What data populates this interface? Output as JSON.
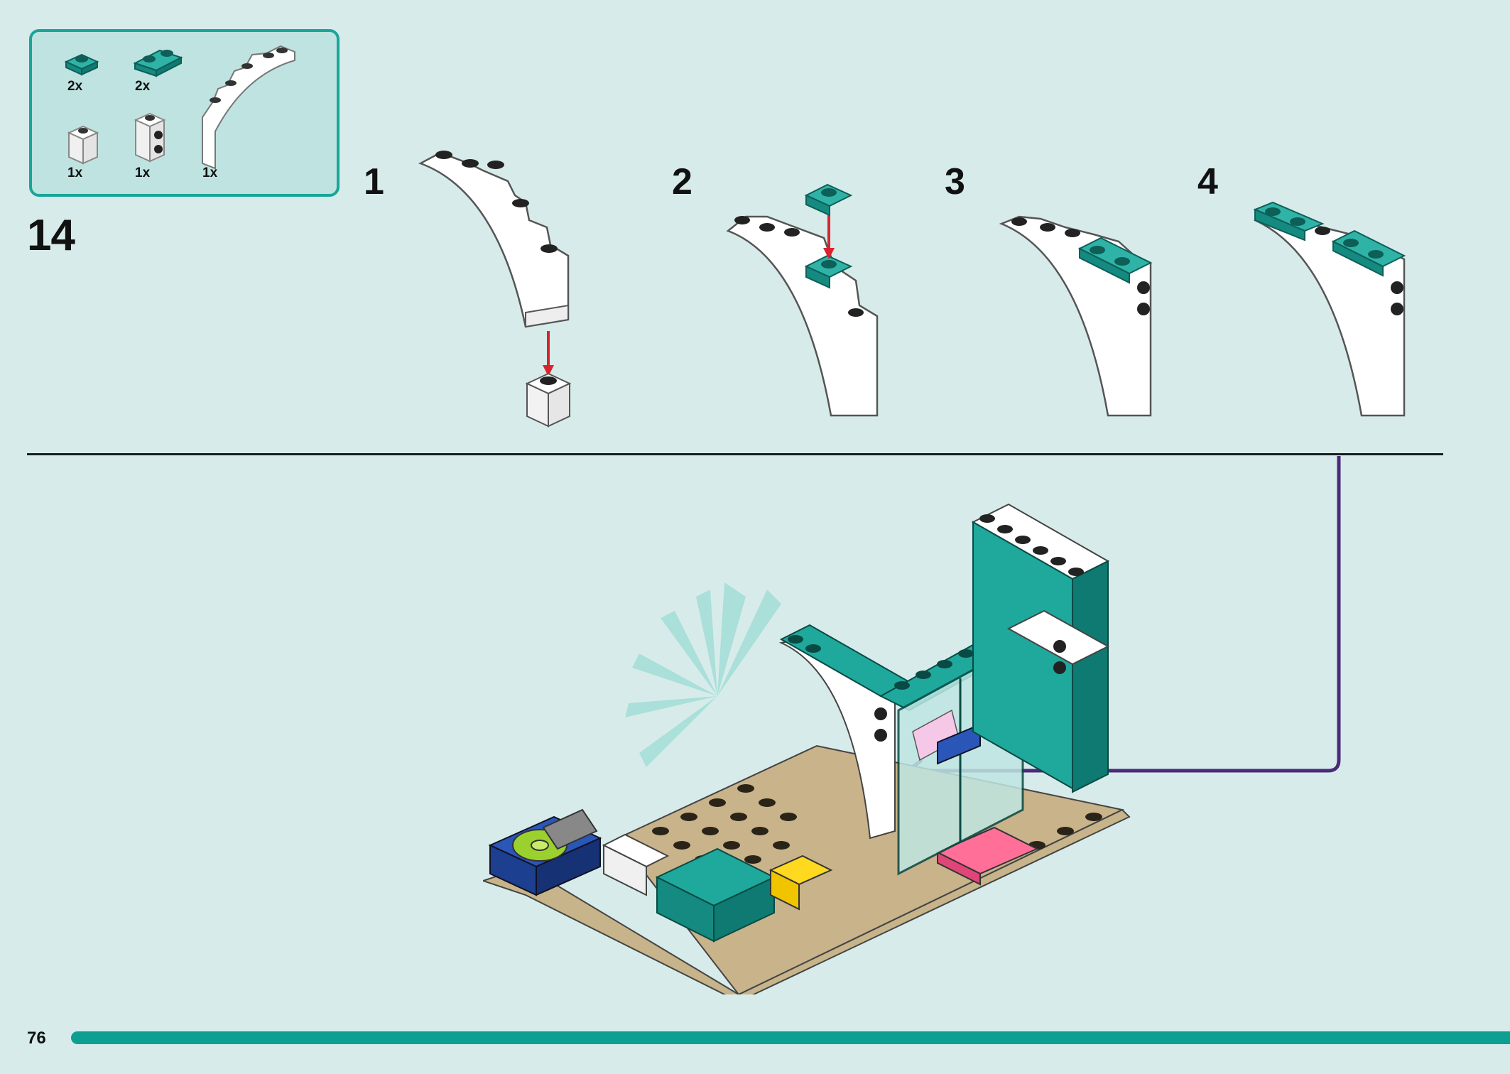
{
  "step": {
    "number": "14"
  },
  "parts": [
    {
      "name": "teal-plate-1x1",
      "qty": "2x",
      "color": "#1a9b90"
    },
    {
      "name": "teal-plate-1x2",
      "qty": "2x",
      "color": "#1a9b90"
    },
    {
      "name": "white-arch-curved",
      "qty": "1x",
      "color": "#ffffff"
    },
    {
      "name": "white-brick-1x1",
      "qty": "1x",
      "color": "#ffffff"
    },
    {
      "name": "white-brick-1x1-studs-side",
      "qty": "1x",
      "color": "#ffffff"
    }
  ],
  "substeps": [
    "1",
    "2",
    "3",
    "4"
  ],
  "page": {
    "number": "76"
  },
  "colors": {
    "background": "#d7ecea",
    "accent": "#19a59a",
    "arrow": "#d9232e",
    "callout": "#4b2a7b",
    "progress": "#0e9f93"
  }
}
